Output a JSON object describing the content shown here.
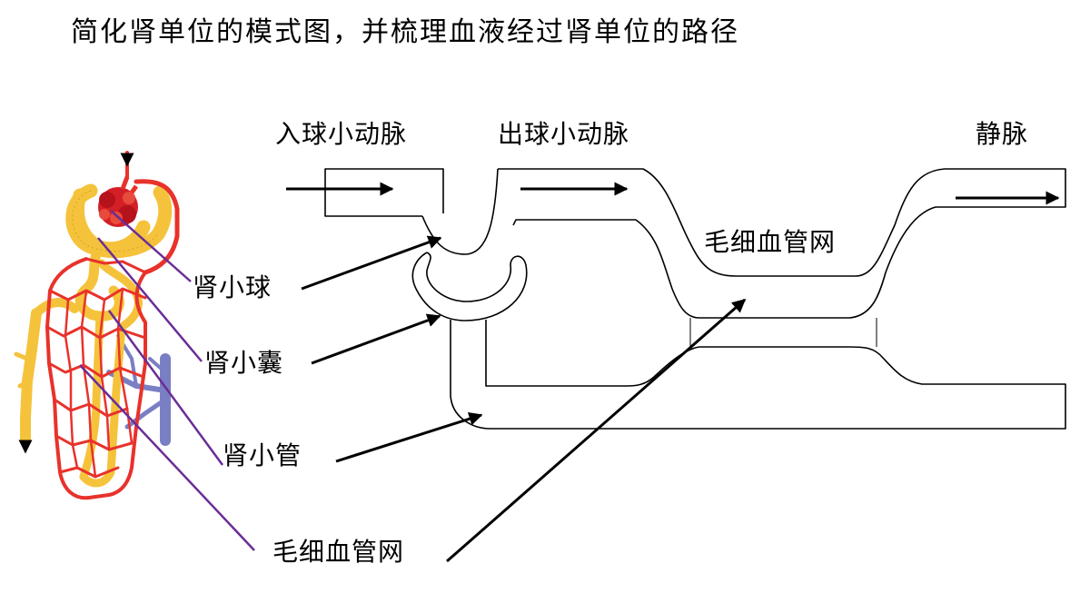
{
  "title": "简化肾单位的模式图，并梳理血液经过肾单位的路径",
  "schematic": {
    "afferent": "入球小动脉",
    "efferent": "出球小动脉",
    "vein": "静脉",
    "capillary": "毛细血管网"
  },
  "callouts": {
    "glomerulus": "肾小球",
    "capsule": "肾小囊",
    "tubule": "肾小管",
    "capillary": "毛细血管网"
  },
  "colors": {
    "vessel_red": "#e8322b",
    "tubule_yellow": "#f5c33b",
    "vein_blue": "#7a7fc4",
    "pointer_purple": "#6a2d96",
    "arrow": "#000000"
  }
}
